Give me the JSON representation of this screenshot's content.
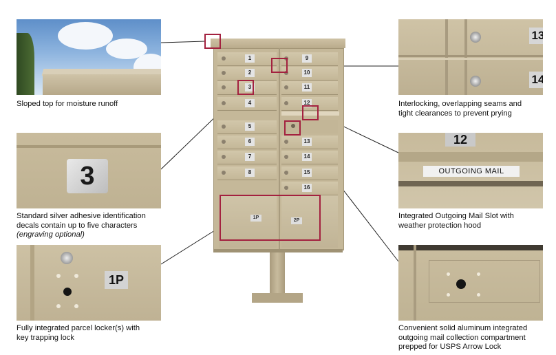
{
  "captions": {
    "sloped_top": "Sloped top for moisture runoff",
    "decals_line1": "Standard silver adhesive identification",
    "decals_line2": "decals contain up to five characters",
    "decals_line3": "(engraving optional)",
    "parcel_line1": "Fully integrated parcel locker(s) with",
    "parcel_line2": "key trapping lock",
    "seams_line1": "Interlocking, overlapping seams and",
    "seams_line2": "tight clearances to prevent prying",
    "slot_line1": "Integrated Outgoing Mail Slot with",
    "slot_line2": "weather protection hood",
    "compartment_line1": "Convenient solid aluminum integrated",
    "compartment_line2": "outgoing mail collection compartment",
    "compartment_line3": "prepped for USPS Arrow Lock"
  },
  "detail_labels": {
    "decal_number": "3",
    "parcel_decal": "1P",
    "seam_numbers": [
      "13",
      "14"
    ],
    "slot_number": "12",
    "outgoing_mail": "OUTGOING MAIL"
  },
  "unit": {
    "left_boxes": [
      "1",
      "2",
      "3",
      "4",
      "5",
      "6",
      "7",
      "8"
    ],
    "right_boxes": [
      "9",
      "10",
      "11",
      "12",
      "13",
      "14",
      "15",
      "16"
    ],
    "parcel_lockers": [
      "1P",
      "2P"
    ]
  },
  "colors": {
    "highlight": "#a3213f",
    "finish": "#c5b899"
  }
}
